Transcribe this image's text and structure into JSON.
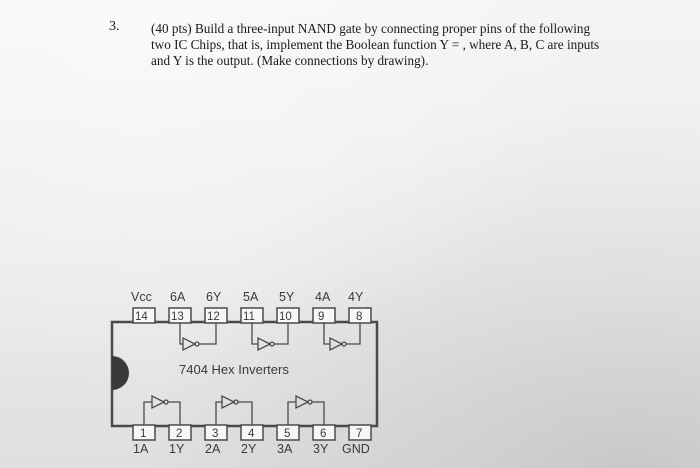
{
  "question": {
    "number": "3.",
    "lines": [
      "(40 pts)  Build a three-input NAND gate by connecting proper pins of  the following",
      "two IC Chips, that is,  implement the Boolean function  Y = , where A, B, C are inputs",
      "and Y is the output.  (Make connections by drawing)."
    ]
  },
  "chip": {
    "title": "7404 Hex Inverters",
    "top_labels": [
      "Vcc",
      "6A",
      "6Y",
      "5A",
      "5Y",
      "4A",
      "4Y"
    ],
    "top_pins": [
      "14",
      "13",
      "12",
      "11",
      "10",
      "9",
      "8"
    ],
    "bottom_pins": [
      "1",
      "2",
      "3",
      "4",
      "5",
      "6",
      "7"
    ],
    "bottom_labels": [
      "1A",
      "1Y",
      "2A",
      "2Y",
      "3A",
      "3Y",
      "GND"
    ]
  }
}
